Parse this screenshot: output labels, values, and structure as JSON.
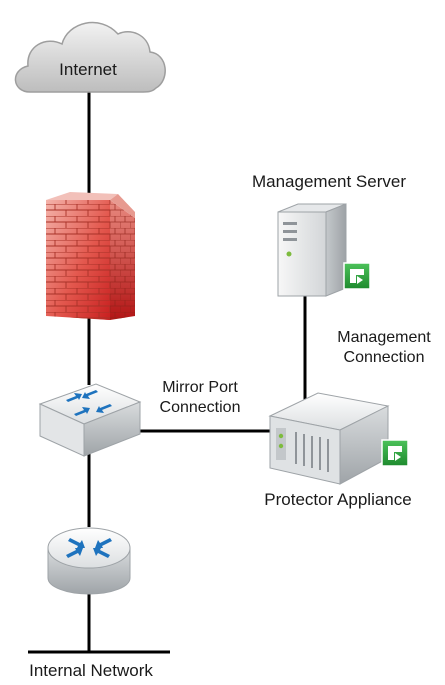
{
  "labels": {
    "internet": "Internet",
    "management_server": "Management Server",
    "management_connection_line1": "Management",
    "management_connection_line2": "Connection",
    "mirror_port_line1": "Mirror Port",
    "mirror_port_line2": "Connection",
    "protector_appliance": "Protector Appliance",
    "internal_network": "Internal Network"
  },
  "nodes": [
    {
      "id": "internet",
      "icon": "cloud-icon"
    },
    {
      "id": "firewall",
      "icon": "firewall-icon"
    },
    {
      "id": "switch",
      "icon": "switch-icon"
    },
    {
      "id": "router",
      "icon": "router-icon"
    },
    {
      "id": "management-server",
      "icon": "server-tower-icon",
      "badge": "product-logo-icon"
    },
    {
      "id": "protector-appliance",
      "icon": "rack-appliance-icon",
      "badge": "product-logo-icon"
    }
  ],
  "edges": [
    {
      "from": "internet",
      "to": "firewall"
    },
    {
      "from": "firewall",
      "to": "switch"
    },
    {
      "from": "switch",
      "to": "router"
    },
    {
      "from": "router",
      "to": "internal-network"
    },
    {
      "from": "switch",
      "to": "protector-appliance",
      "label": "mirror_port"
    },
    {
      "from": "management-server",
      "to": "protector-appliance",
      "label": "management_connection"
    }
  ],
  "colors": {
    "line": "#000000",
    "cloud_fill": "#d6d6d6",
    "firewall_brick": "#d9534f",
    "badge_green": "#2e9e3f",
    "device_gray": "#cfd2d4",
    "arrow_blue": "#1e73be"
  }
}
